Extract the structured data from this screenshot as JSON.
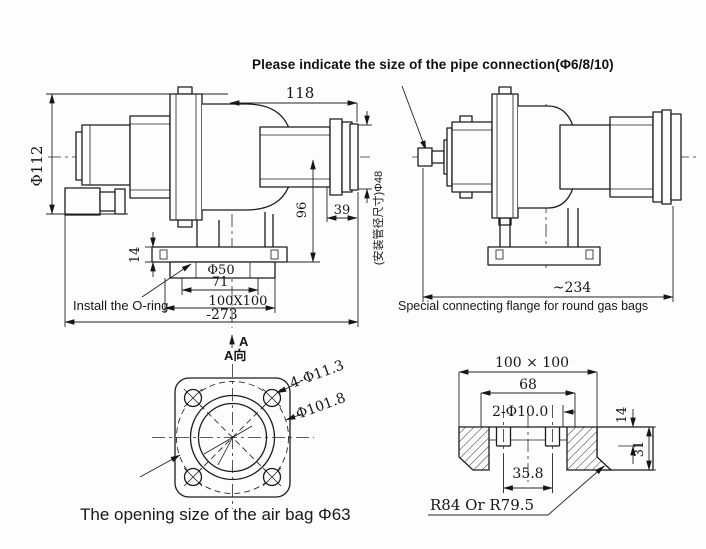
{
  "note": "Please indicate the size of the pipe connection(Φ6/8/10)",
  "front": {
    "w118": "118",
    "d112": "Φ112",
    "h96": "96",
    "w39": "39",
    "pipe_label": "(安装管径尺寸)Φ48",
    "t14": "14",
    "bore": "Φ50",
    "w71": "71",
    "flange": "100X100",
    "overall": "-273",
    "oring": "Install the O-ring",
    "arrow": "A"
  },
  "side": {
    "overall": "~234",
    "caption": "Special connecting flange for round gas bags"
  },
  "flange": {
    "arrow": "A",
    "view": "A向",
    "holes": "4-Φ11.3",
    "circle": "Φ101.8",
    "caption": "The opening size of the air bag Φ63"
  },
  "section": {
    "flange": "100 × 100",
    "pocket": "68",
    "holes": "2-Φ10.0",
    "t14": "14",
    "t31": "31",
    "span": "35.8",
    "radius": "R84 Or R79.5"
  }
}
